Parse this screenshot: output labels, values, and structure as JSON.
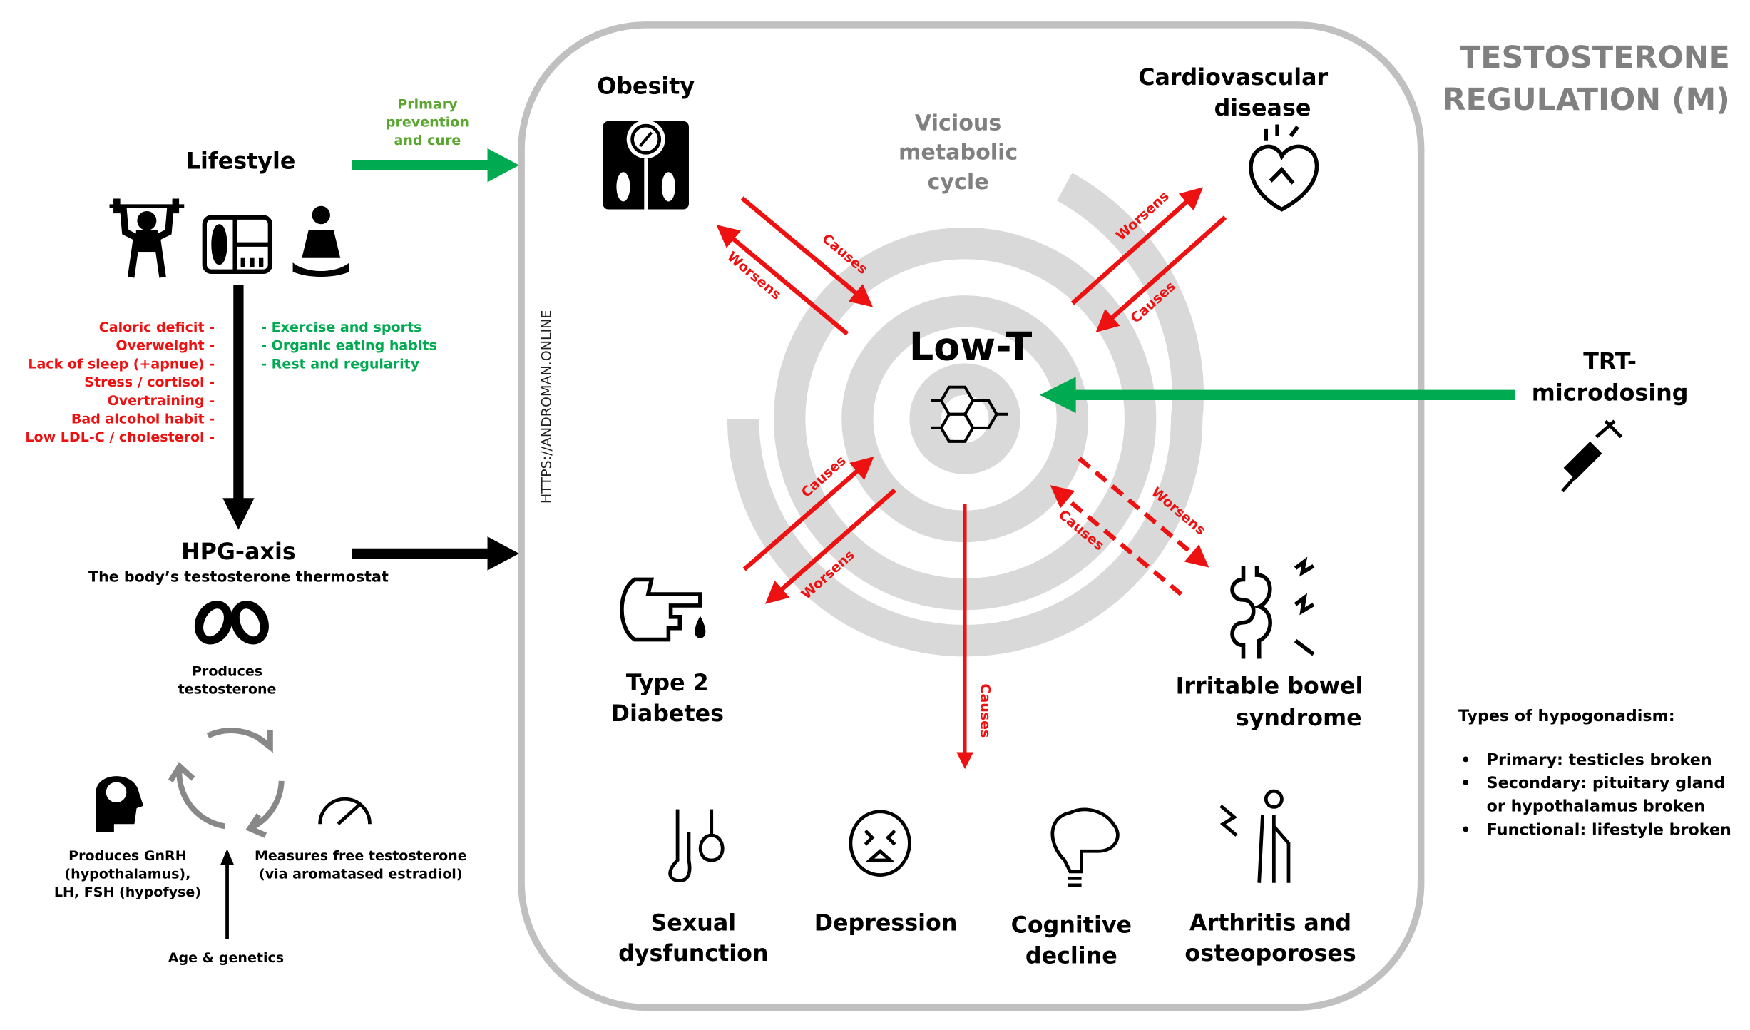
{
  "title": {
    "line1": "TESTOSTERONE",
    "line2": "REGULATION (M)"
  },
  "watermark": "HTTPS://ANDROMAN.ONLINE",
  "colors": {
    "red": "#ee1111",
    "green": "#00aa50",
    "gray": "#808080",
    "ring": "#d9d9d9",
    "frame": "#c0c0c0"
  },
  "lifestyle": {
    "heading": "Lifestyle",
    "icons": [
      "weightlifter-icon",
      "meal-tray-icon",
      "meditation-icon"
    ],
    "arrow_label": [
      "Primary",
      "prevention",
      "and cure"
    ],
    "negatives": [
      "Caloric deficit -",
      "Overweight -",
      "Lack of sleep (+apnue) -",
      "Stress / cortisol -",
      "Overtraining -",
      "Bad alcohol habit -",
      "Low LDL-C / cholesterol -"
    ],
    "positives": [
      "- Exercise and sports",
      "- Organic eating habits",
      "- Rest and regularity"
    ]
  },
  "hpg": {
    "heading": "HPG-axis",
    "subheading": "The body’s testosterone thermostat",
    "testes_label": [
      "Produces",
      "testosterone"
    ],
    "brain_label": [
      "Produces GnRH",
      "(hypothalamus),",
      "LH, FSH (hypofyse)"
    ],
    "gauge_label": [
      "Measures free testosterone",
      "(via aromatased estradiol)"
    ],
    "input_label": "Age & genetics"
  },
  "cycle": {
    "label": [
      "Vicious",
      "metabolic",
      "cycle"
    ],
    "center": "Low-T",
    "nodes": {
      "obesity": [
        "Obesity"
      ],
      "cardio": [
        "Cardiovascular",
        "disease"
      ],
      "diabetes": [
        "Type 2",
        "Diabetes"
      ],
      "ibs": [
        "Irritable bowel",
        "syndrome"
      ]
    },
    "arrow_labels": {
      "causes": "Causes",
      "worsens": "Worsens"
    },
    "outcomes": [
      {
        "label": [
          "Sexual",
          "dysfunction"
        ],
        "icon": "sexual-dysfunction-icon"
      },
      {
        "label": [
          "Depression"
        ],
        "icon": "depressed-face-icon"
      },
      {
        "label": [
          "Cognitive",
          "decline"
        ],
        "icon": "brain-bulb-icon"
      },
      {
        "label": [
          "Arthritis and",
          "osteoporoses"
        ],
        "icon": "elderly-pain-icon"
      }
    ]
  },
  "trt": {
    "label": [
      "TRT-",
      "microdosing"
    ],
    "icon": "syringe-icon"
  },
  "hypogonadism": {
    "heading": "Types of hypogonadism:",
    "items": [
      [
        "Primary: testicles broken"
      ],
      [
        "Secondary: pituitary gland",
        "or hypothalamus broken"
      ],
      [
        "Functional: lifestyle broken"
      ]
    ]
  }
}
